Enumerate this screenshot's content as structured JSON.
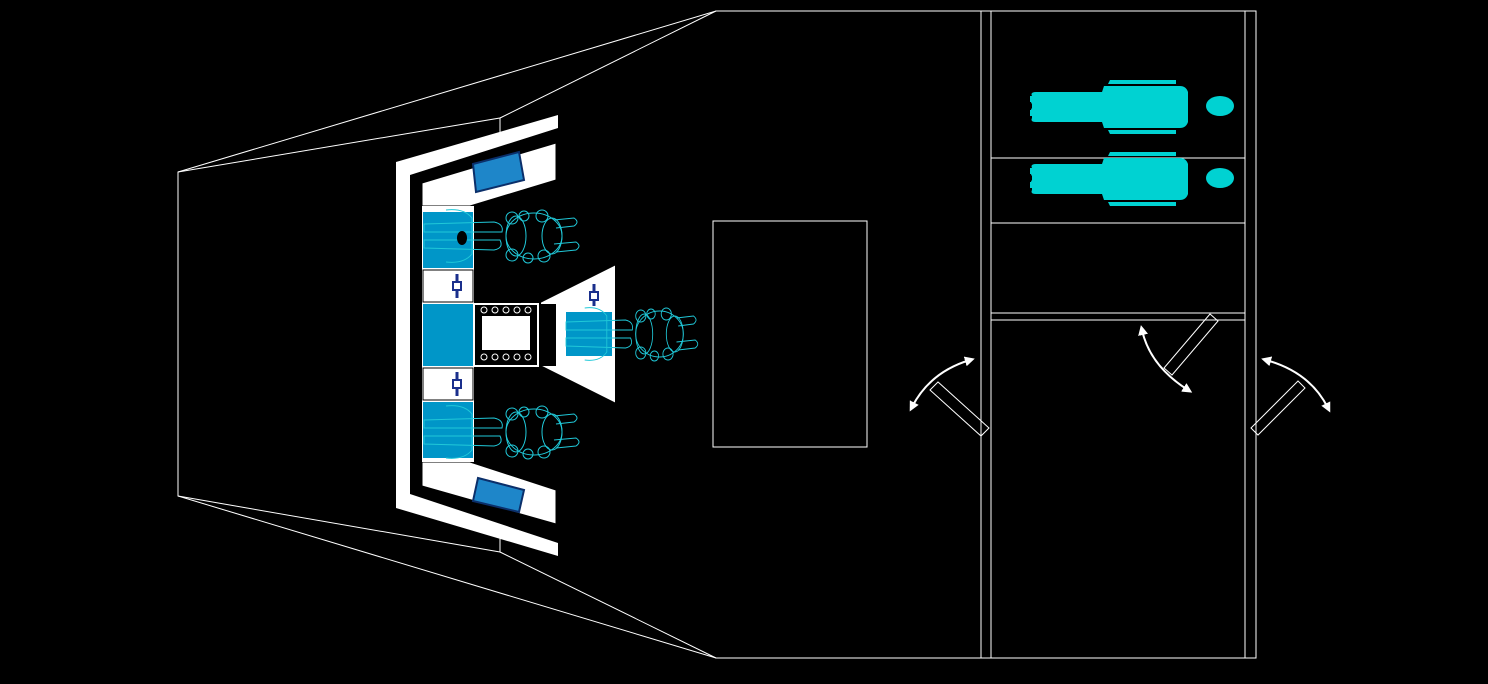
{
  "diagram": {
    "kind": "spacecraft-floor-plan-top-view",
    "colors": {
      "background": "#000000",
      "outline": "#ffffff",
      "seat_fill": "#0096c8",
      "occupant_outline": "#20c8d8",
      "crew_silhouette": "#00d2d2",
      "console_navy": "#1a2f8c",
      "screen_fill": "#1e86c9"
    },
    "components": [
      "hull-outline",
      "cockpit-console",
      "pilot-seat-top",
      "pilot-seat-bottom",
      "center-console",
      "commander-seat",
      "center-table",
      "crew-bunks",
      "hatch-doors"
    ],
    "occupants": {
      "seated_crew": 3,
      "resting_crew": 2
    },
    "doors": {
      "count": 3,
      "swing_indicators": "double-headed-arrows"
    }
  }
}
